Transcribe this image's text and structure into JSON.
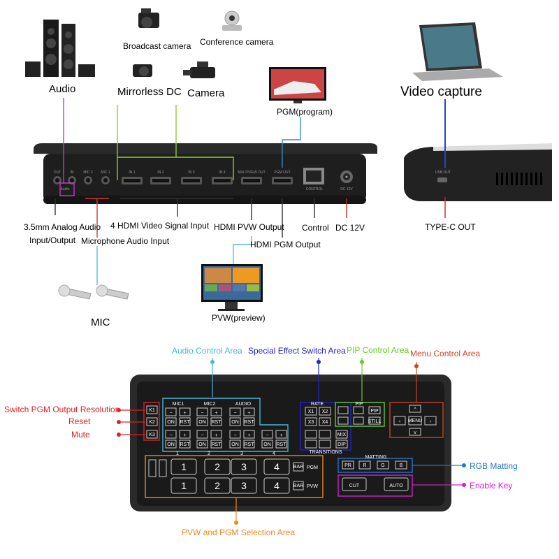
{
  "top_labels": {
    "audio": "Audio",
    "broadcast_camera": "Broadcast camera",
    "conference_camera": "Conference camera",
    "mirrorless_dc": "Mirrorless DC",
    "camera": "Camera",
    "pgm_program": "PGM(program)",
    "video_capture": "Video capture",
    "analog_audio_1": "3.5mm Analog Audio",
    "analog_audio_2": "Input/Output",
    "hdmi_video_input": "4 HDMI Video Signal Input",
    "microphone_input": "Microphone Audio Input",
    "hdmi_pvw_output": "HDMI PVW Output",
    "hdmi_pgm_output": "HDMI PGM Output",
    "control": "Control",
    "dc_12v": "DC 12V",
    "type_c_out": "TYPE-C OUT",
    "mic": "MIC",
    "pvw_preview": "PVW(preview)"
  },
  "ports": {
    "out": "OUT",
    "in": "IN",
    "audio": "Audio",
    "mic2": "MIC 2",
    "mic1": "MIC 1",
    "in1": "IN 1",
    "in2": "IN 2",
    "in3": "IN 3",
    "in4": "IN 4",
    "multiview_out": "MULTIVIEW OUT",
    "pgm_out": "PGM OUT",
    "control": "CONTROL",
    "dc12v": "DC 12V",
    "usb_out": "USB OUT"
  },
  "areas": {
    "audio_control": "Audio Control Area",
    "special_effect": "Special Effect Switch Area",
    "pip_control": "PIP Control Area",
    "menu_control": "Menu Control Area",
    "switch_pgm_resolution": "Switch PGM Output Resolution",
    "reset": "Reset",
    "mute": "Mute",
    "rgb_matting": "RGB Matting",
    "enable_key": "Enable Key",
    "pvw_pgm_selection": "PVW and PGM Selection Area"
  },
  "panel": {
    "k1": "K1",
    "k2": "K2",
    "k3": "K3",
    "mic1": "MIC1",
    "mic2": "MIC2",
    "audio": "AUDIO",
    "minus": "−",
    "plus": "+",
    "on": "ON",
    "rst": "RST",
    "rate": "RATE",
    "x1": "X1",
    "x2": "X2",
    "x3": "X3",
    "x4": "X4",
    "mix": "MIX",
    "dip": "DIP",
    "transitions": "TRANSITIONS",
    "pip": "PIP",
    "still": "STILL",
    "menu": "MENU",
    "matting": "MATTING",
    "pr": "PR",
    "r": "R",
    "g": "G",
    "b": "B",
    "cut": "CUT",
    "auto": "AUTO",
    "bar": "BAR",
    "pgm": "PGM",
    "pvw": "PVW",
    "n1": "1",
    "n2": "2",
    "n3": "3",
    "n4": "4"
  },
  "colors": {
    "audio_line": "#cc33cc",
    "hdmi_in_line": "#88cc33",
    "pgm_line": "#3388cc",
    "mic_line": "#dd3333",
    "pvw_line": "#55bbdd",
    "usb_line": "#2244cc",
    "area_audio": "#44b8d8",
    "area_special": "#2222cc",
    "area_pip": "#66cc22",
    "area_menu": "#cc4422",
    "area_left": "#dd2222",
    "area_rgb": "#2277cc",
    "area_enable": "#cc22cc",
    "area_pvw_pgm": "#ee8822"
  }
}
